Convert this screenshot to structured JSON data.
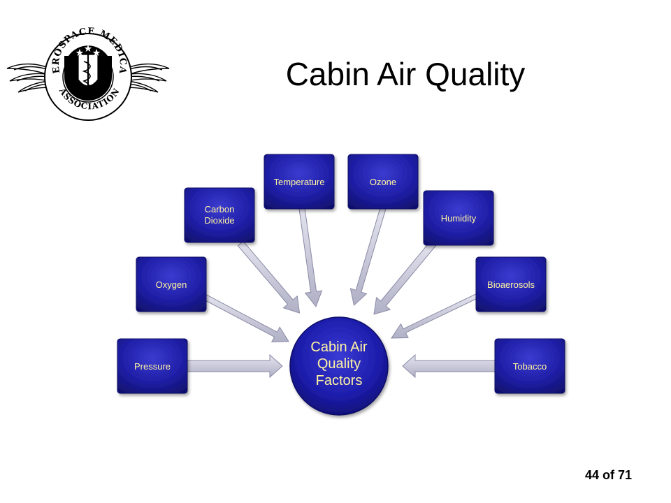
{
  "slide": {
    "title": "Cabin Air Quality",
    "page_number": "44 of 71"
  },
  "logo": {
    "top_text": "AEROSPACE MEDICAL",
    "bottom_text": "ASSOCIATION"
  },
  "diagram": {
    "center": [
      "Cabin Air",
      "Quality",
      "Factors"
    ],
    "nodes": [
      {
        "id": "pressure",
        "lines": [
          "Pressure"
        ]
      },
      {
        "id": "oxygen",
        "lines": [
          "Oxygen"
        ]
      },
      {
        "id": "carbon-dioxide",
        "lines": [
          "Carbon",
          "Dioxide"
        ]
      },
      {
        "id": "temperature",
        "lines": [
          "Temperature"
        ]
      },
      {
        "id": "ozone",
        "lines": [
          "Ozone"
        ]
      },
      {
        "id": "humidity",
        "lines": [
          "Humidity"
        ]
      },
      {
        "id": "bioaerosols",
        "lines": [
          "Bioaerosols"
        ]
      },
      {
        "id": "tobacco",
        "lines": [
          "Tobacco"
        ]
      }
    ]
  },
  "colors": {
    "node_fill": "#1c1c9c",
    "node_label": "#fff4a0",
    "arrow_fill": "#c4c4d6",
    "arrow_stroke": "#8a8aa6"
  }
}
